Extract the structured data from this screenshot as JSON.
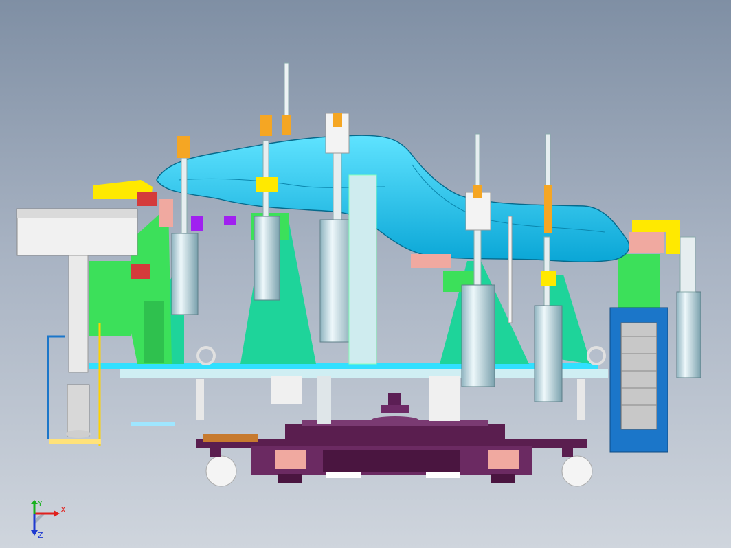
{
  "scene": {
    "kind": "cad-fixture-assembly",
    "background_top": "#7f8fa4",
    "background_bottom": "#cfd5dd"
  },
  "triad": {
    "x_label": "X",
    "y_label": "Y",
    "z_label": "Z",
    "x_color": "#e0201c",
    "y_color": "#18b11e",
    "z_color": "#1e3ad0"
  },
  "colors": {
    "part_blue": "#1fc8f0",
    "frame_green": "#3ce05a",
    "base_teal": "#1ed49a",
    "cylinder_silver": "#cfe3ea",
    "clamp_orange": "#f5a623",
    "clamp_yellow": "#ffe900",
    "base_purple": "#5a1e4f",
    "guard_blue": "#1b76c9",
    "pink_block": "#f0a9a0",
    "red_block": "#d43b3b"
  }
}
